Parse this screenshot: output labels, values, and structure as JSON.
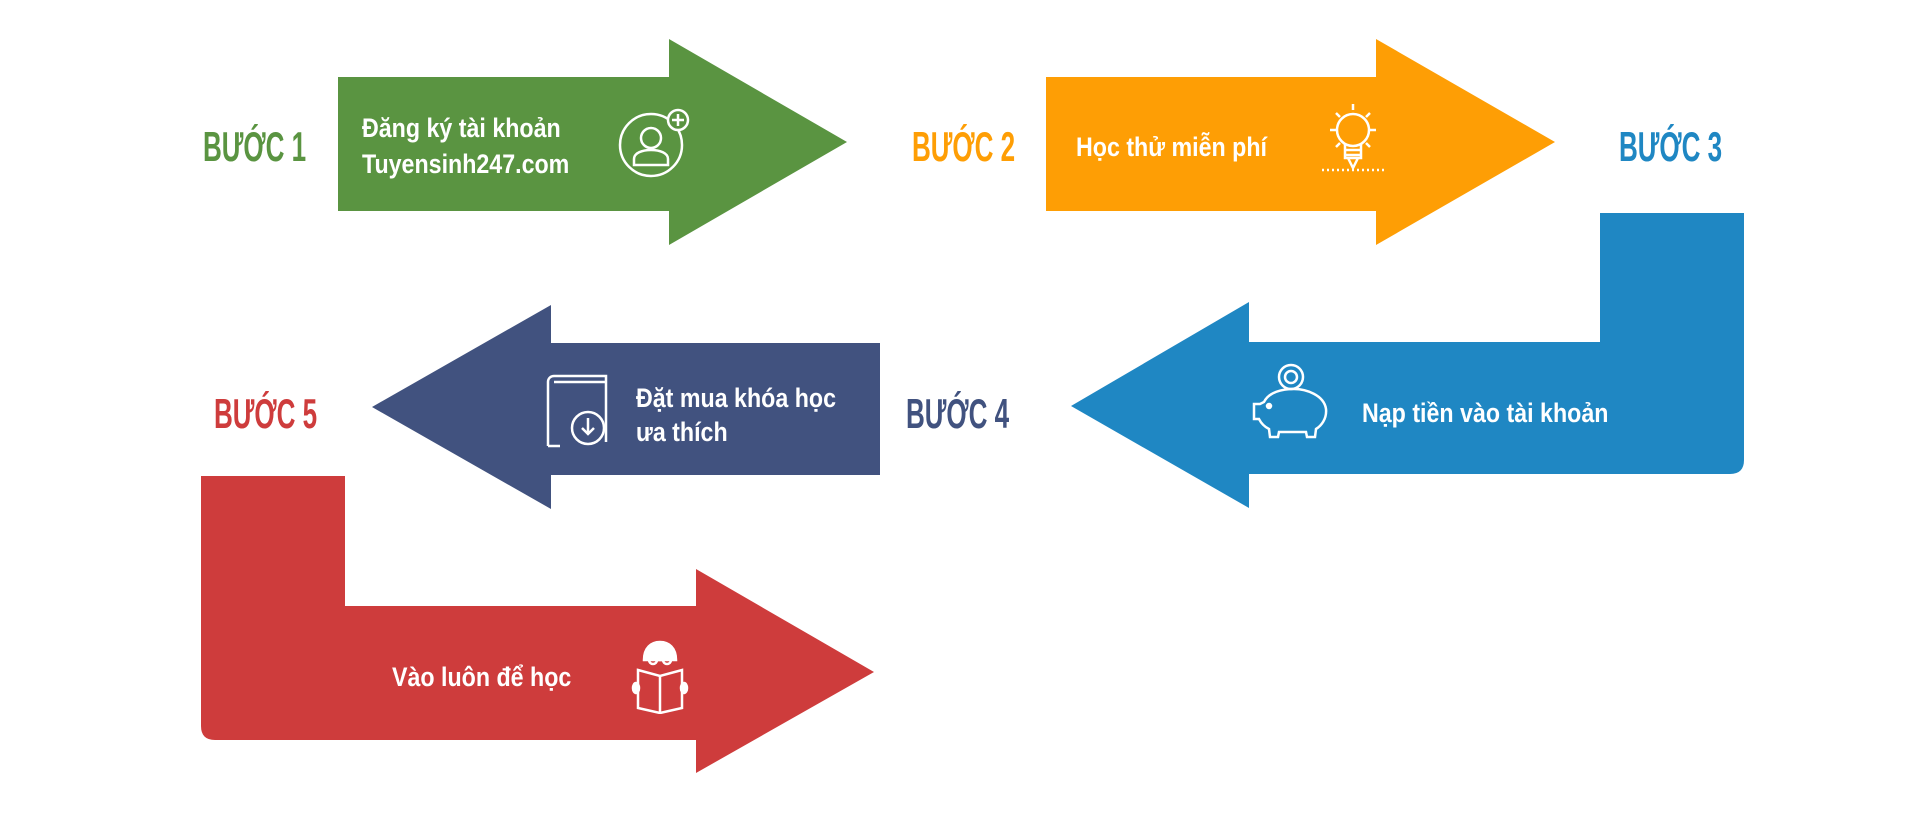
{
  "colors": {
    "step1": "#5a9441",
    "step2": "#fe9e05",
    "step3": "#1f87c3",
    "step4": "#41527f",
    "step5": "#ce3c3c"
  },
  "steps": [
    {
      "label": "BƯỚC 1",
      "lines": [
        "Đăng ký tài khoản",
        "Tuyensinh247.com"
      ],
      "icon": "user-add-icon"
    },
    {
      "label": "BƯỚC 2",
      "lines": [
        "Học thử miễn phí"
      ],
      "icon": "lightbulb-icon"
    },
    {
      "label": "BƯỚC 3",
      "lines": [
        "Nạp tiền vào tài khoản"
      ],
      "icon": "piggy-bank-icon"
    },
    {
      "label": "BƯỚC 4",
      "lines": [
        "Đặt mua khóa học",
        "ưa thích"
      ],
      "icon": "book-download-icon"
    },
    {
      "label": "BƯỚC 5",
      "lines": [
        "Vào luôn để học"
      ],
      "icon": "reading-person-icon"
    }
  ]
}
